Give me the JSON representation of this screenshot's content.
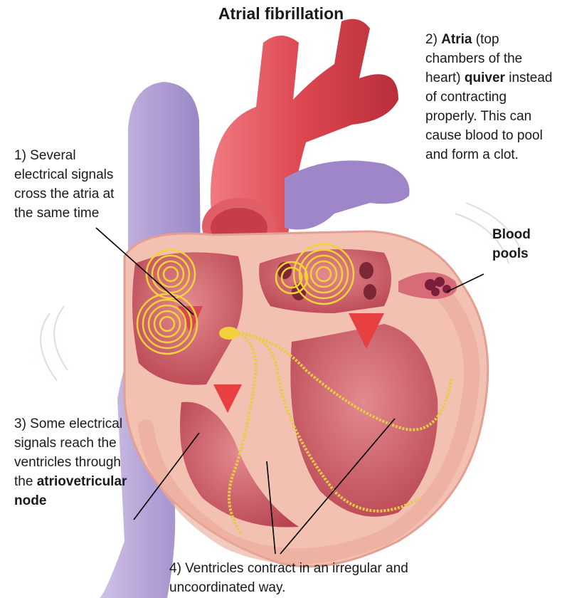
{
  "title": "Atrial fibrillation",
  "annotations": {
    "a1": {
      "text": "1) Several electrical signals cross the atria at the same time"
    },
    "a2": {
      "number": "2)",
      "bold1": "Atria",
      "text1": "(top chambers of the heart)",
      "bold2": "quiver",
      "text2": "instead of contracting properly. This can cause blood to pool and form a clot."
    },
    "a3": {
      "text": "3) Some electrical signals reach the ventricles through the",
      "bold": "atriovetricular node"
    },
    "blood": {
      "bold": "Blood pools"
    },
    "a4": {
      "text": "4) Ventricles contract in an irregular and uncoordinated way."
    }
  },
  "colors": {
    "vein": "#b9a9d8",
    "aorta": "#dc4650",
    "heart_outer": "#f2c1b1",
    "chamber": "#c9525e",
    "signal": "#f2d23a",
    "clot": "#7a1e3c"
  }
}
